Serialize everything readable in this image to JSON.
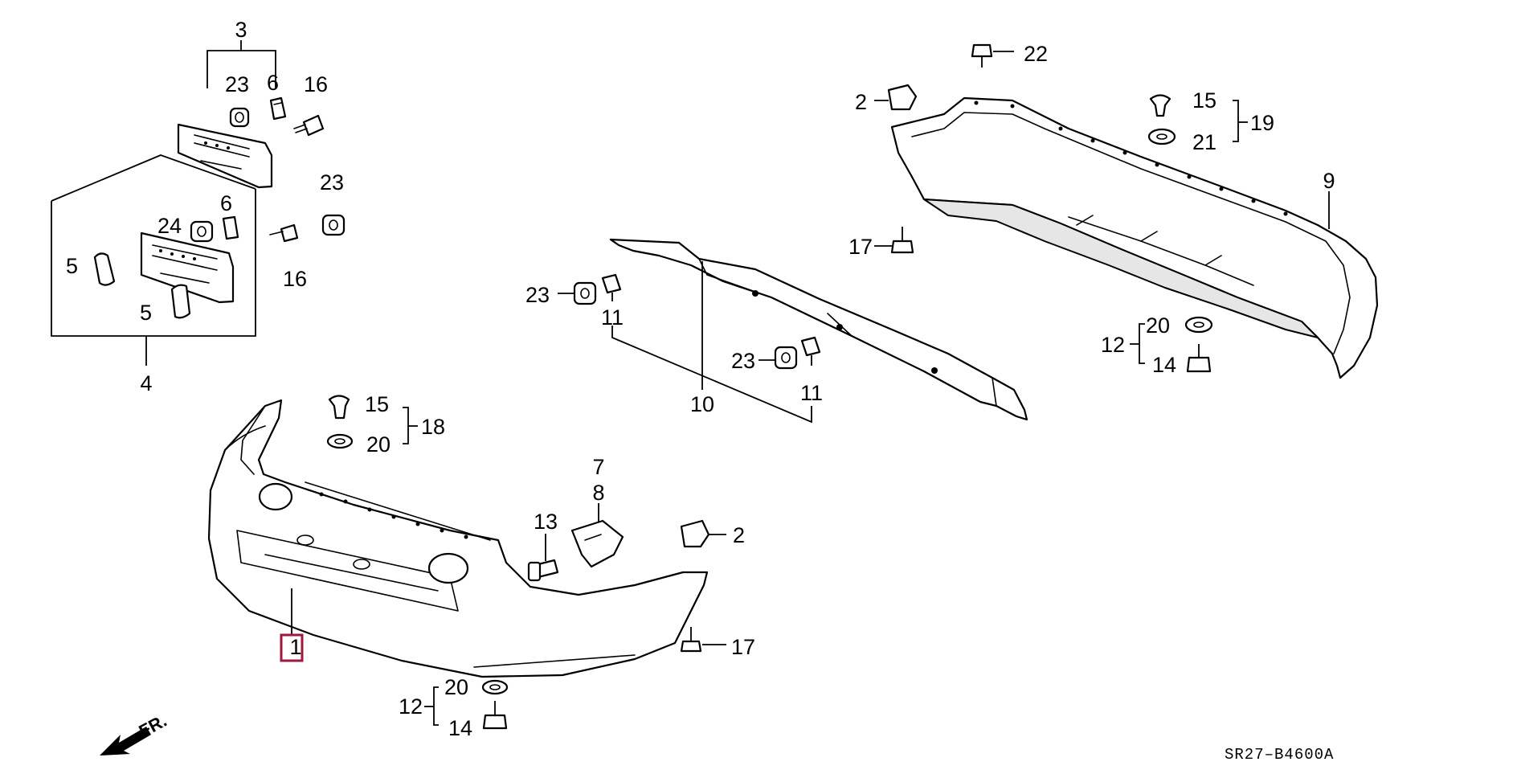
{
  "diagram": {
    "code": "SR27–B4600A",
    "front_label": "FR.",
    "highlight_color": "#a0183c",
    "callouts": {
      "c1": "1",
      "c2a": "2",
      "c2b": "2",
      "c3": "3",
      "c4": "4",
      "c5a": "5",
      "c5b": "5",
      "c6a": "6",
      "c6b": "6",
      "c7": "7",
      "c8": "8",
      "c9": "9",
      "c10": "10",
      "c11a": "11",
      "c11b": "11",
      "c12a": "12",
      "c12b": "12",
      "c13": "13",
      "c14a": "14",
      "c14b": "14",
      "c15a": "15",
      "c15b": "15",
      "c16a": "16",
      "c16b": "16",
      "c17a": "17",
      "c17b": "17",
      "c18": "18",
      "c19": "19",
      "c20a": "20",
      "c20b": "20",
      "c20c": "20",
      "c21": "21",
      "c22": "22",
      "c23a": "23",
      "c23b": "23",
      "c23c": "23",
      "c23d": "23",
      "c24": "24"
    }
  }
}
